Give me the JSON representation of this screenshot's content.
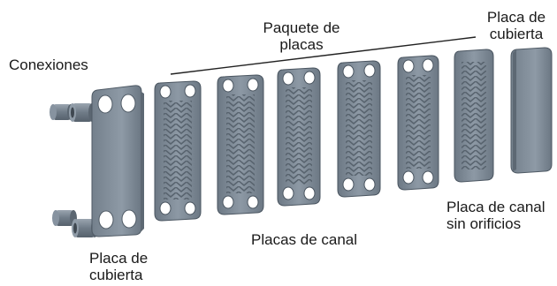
{
  "labels": {
    "connections": "Conexiones",
    "plate_pack": "Paquete de\nplacas",
    "cover_plate_front": "Placa de\ncubierta",
    "cover_plate_back": "Placa de\ncubierta",
    "channel_plates": "Placas de canal",
    "channel_plate_no_holes": "Placa de canal\nsin orificios"
  },
  "colors": {
    "plate_fill": "#7f8c99",
    "plate_dark": "#5a6673",
    "plate_edge": "#4a5560",
    "chevron": "#58636e",
    "hole": "#ffffff",
    "bracket": "#222222"
  }
}
